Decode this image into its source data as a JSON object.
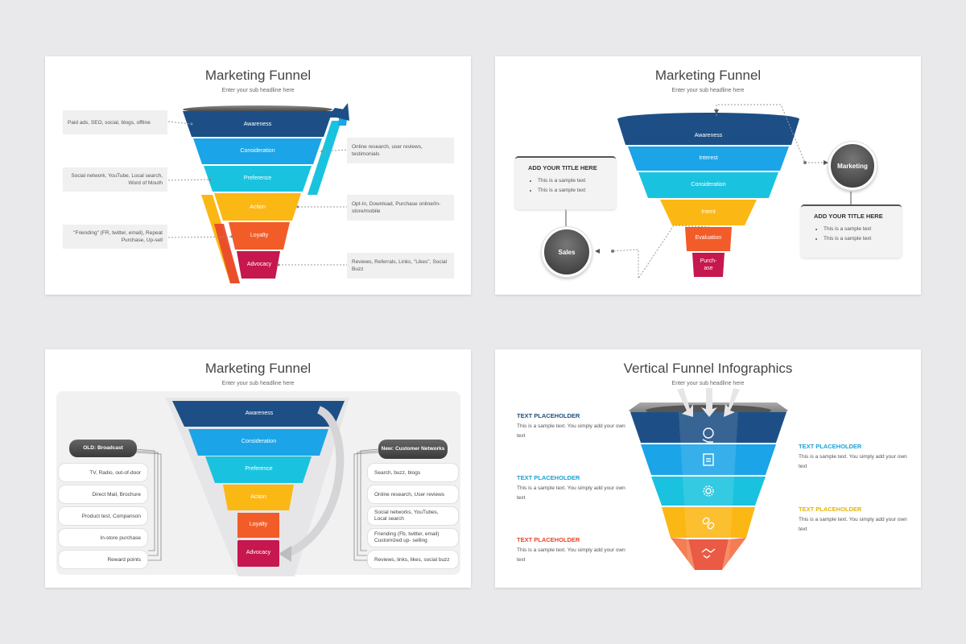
{
  "slide1": {
    "title": "Marketing Funnel",
    "subtitle": "Enter your sub headline here",
    "stages": [
      "Awareness",
      "Consideration",
      "Preference",
      "Action",
      "Loyalty",
      "Advocacy"
    ],
    "left_notes": [
      "Paid ads, SEO, social, blogs, offline",
      "Social network, YouTube, Local search, Word of Mouth",
      "\"Friending\" (FR, twitter, email), Repeat Purchase, Up-sell"
    ],
    "right_notes": [
      "Online research, user reviews, testimonials",
      "Opt-In, Download, Purchase online/In-store/mobile",
      "Reviews, Referrals, Links, \"Likes\", Social Buzz"
    ]
  },
  "slide2": {
    "title": "Marketing Funnel",
    "subtitle": "Enter your sub headline here",
    "stages": [
      "Awareness",
      "Interest",
      "Consideration",
      "Intent",
      "Evaluation",
      "Purch-ase"
    ],
    "left_card": {
      "title": "ADD YOUR TITLE HERE",
      "items": [
        "This is a sample text",
        "This is a sample text"
      ]
    },
    "right_card": {
      "title": "ADD YOUR TITLE HERE",
      "items": [
        "This is a sample text",
        "This is a sample text"
      ]
    },
    "circle_left": "Sales",
    "circle_right": "Marketing"
  },
  "slide3": {
    "title": "Marketing Funnel",
    "subtitle": "Enter your sub headline here",
    "stages": [
      "Awareness",
      "Consideration",
      "Preference",
      "Action",
      "Loyalty",
      "Advocacy"
    ],
    "left_header": "OLD: Broadcast",
    "left_items": [
      "TV, Radio, out-of-door",
      "Direct Mail, Brochure",
      "Product test, Comparison",
      "In-store purchase",
      "Reward points"
    ],
    "right_header": "New: Customer Networks",
    "right_items": [
      "Search, buzz, blogs",
      "Online research, User reviews",
      "Social networks, YouTubes, Local search",
      "Friending (Fb, twitter, email) Customized up- selling",
      "Reviews, links, likes, social buzz"
    ]
  },
  "slide4": {
    "title": "Vertical Funnel Infographics",
    "subtitle": "Enter your sub headline here",
    "placeholders": [
      {
        "title": "TEXT PLACEHOLDER",
        "text": "This is a sample text. You simply add your own text",
        "color": "#1f4e79"
      },
      {
        "title": "TEXT PLACEHOLDER",
        "text": "This is a sample text. You simply add your own text",
        "color": "#1aa3d4"
      },
      {
        "title": "TEXT PLACEHOLDER",
        "text": "This is a sample text. You simply add your own text",
        "color": "#1aa3d4"
      },
      {
        "title": "TEXT PLACEHOLDER",
        "text": "This is a sample text. You simply add your own text",
        "color": "#e6b400"
      },
      {
        "title": "TEXT PLACEHOLDER",
        "text": "This is a sample text. You simply add your own text",
        "color": "#e8442b"
      }
    ],
    "icons": [
      "money-hand-icon",
      "clipboard-icon",
      "gear-icon",
      "link-icon",
      "handshake-icon"
    ]
  },
  "colors": {
    "navy": "#1d4f86",
    "blue": "#1ba4e8",
    "cyan": "#19c3df",
    "yellow": "#fbb714",
    "orange": "#f25c29",
    "red": "#e8442b",
    "magenta": "#c6174f"
  }
}
